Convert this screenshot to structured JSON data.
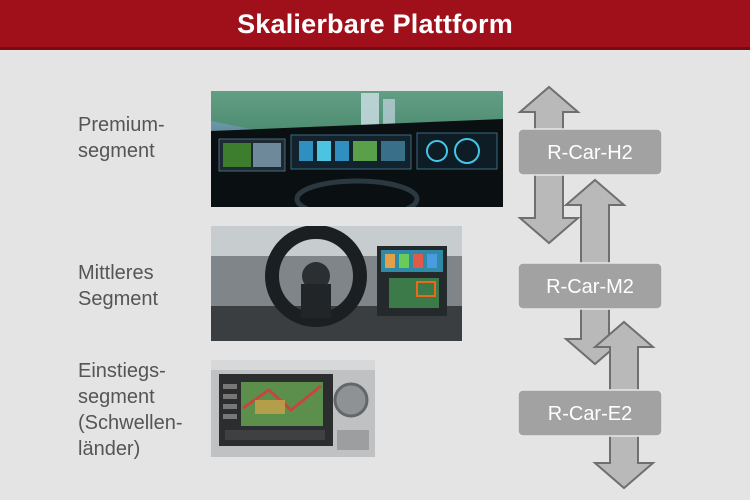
{
  "title": "Skalierbare Plattform",
  "segments": [
    {
      "label": "Premium-\nsegment",
      "chip": "R-Car-H2"
    },
    {
      "label": "Mittleres\nSegment",
      "chip": "R-Car-M2"
    },
    {
      "label": "Einstiegs-\nsegment\n(Schwellen-\nländer)",
      "chip": "R-Car-E2"
    }
  ],
  "colors": {
    "header": "#a0101a",
    "chip": "#a2a2a2",
    "arrow_fill": "#b9b9b9",
    "arrow_stroke": "#6f6f6f"
  }
}
